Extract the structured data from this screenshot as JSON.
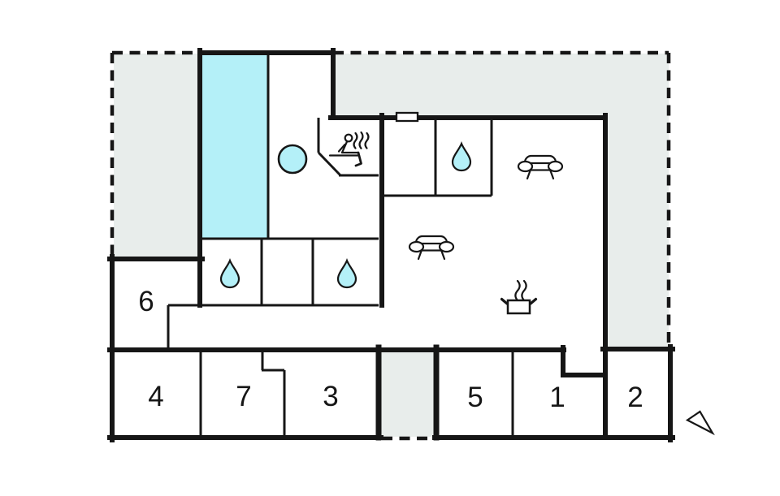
{
  "plan": {
    "type_label": "holiday home floor plan",
    "rooms": [
      {
        "id": "6",
        "label": "6"
      },
      {
        "id": "4",
        "label": "4"
      },
      {
        "id": "7",
        "label": "7"
      },
      {
        "id": "3",
        "label": "3"
      },
      {
        "id": "5",
        "label": "5"
      },
      {
        "id": "1",
        "label": "1"
      },
      {
        "id": "2",
        "label": "2"
      }
    ],
    "icons": {
      "pool": "swimming-pool",
      "hot_tub": "hot-tub-circle",
      "sauna": "sauna-person-with-steam",
      "water_drop": "water-drop",
      "water_drop_count": 3,
      "sofa": "sofa",
      "sofa_count": 2,
      "cooking_pot": "cooking-pot-with-steam",
      "door": "door-opening-marker",
      "north_arrow": "direction-arrow"
    }
  },
  "colors": {
    "wall": "#161616",
    "pool": "#b4f0f8",
    "terrace": "#e8edeb",
    "paper": "#ffffff"
  }
}
